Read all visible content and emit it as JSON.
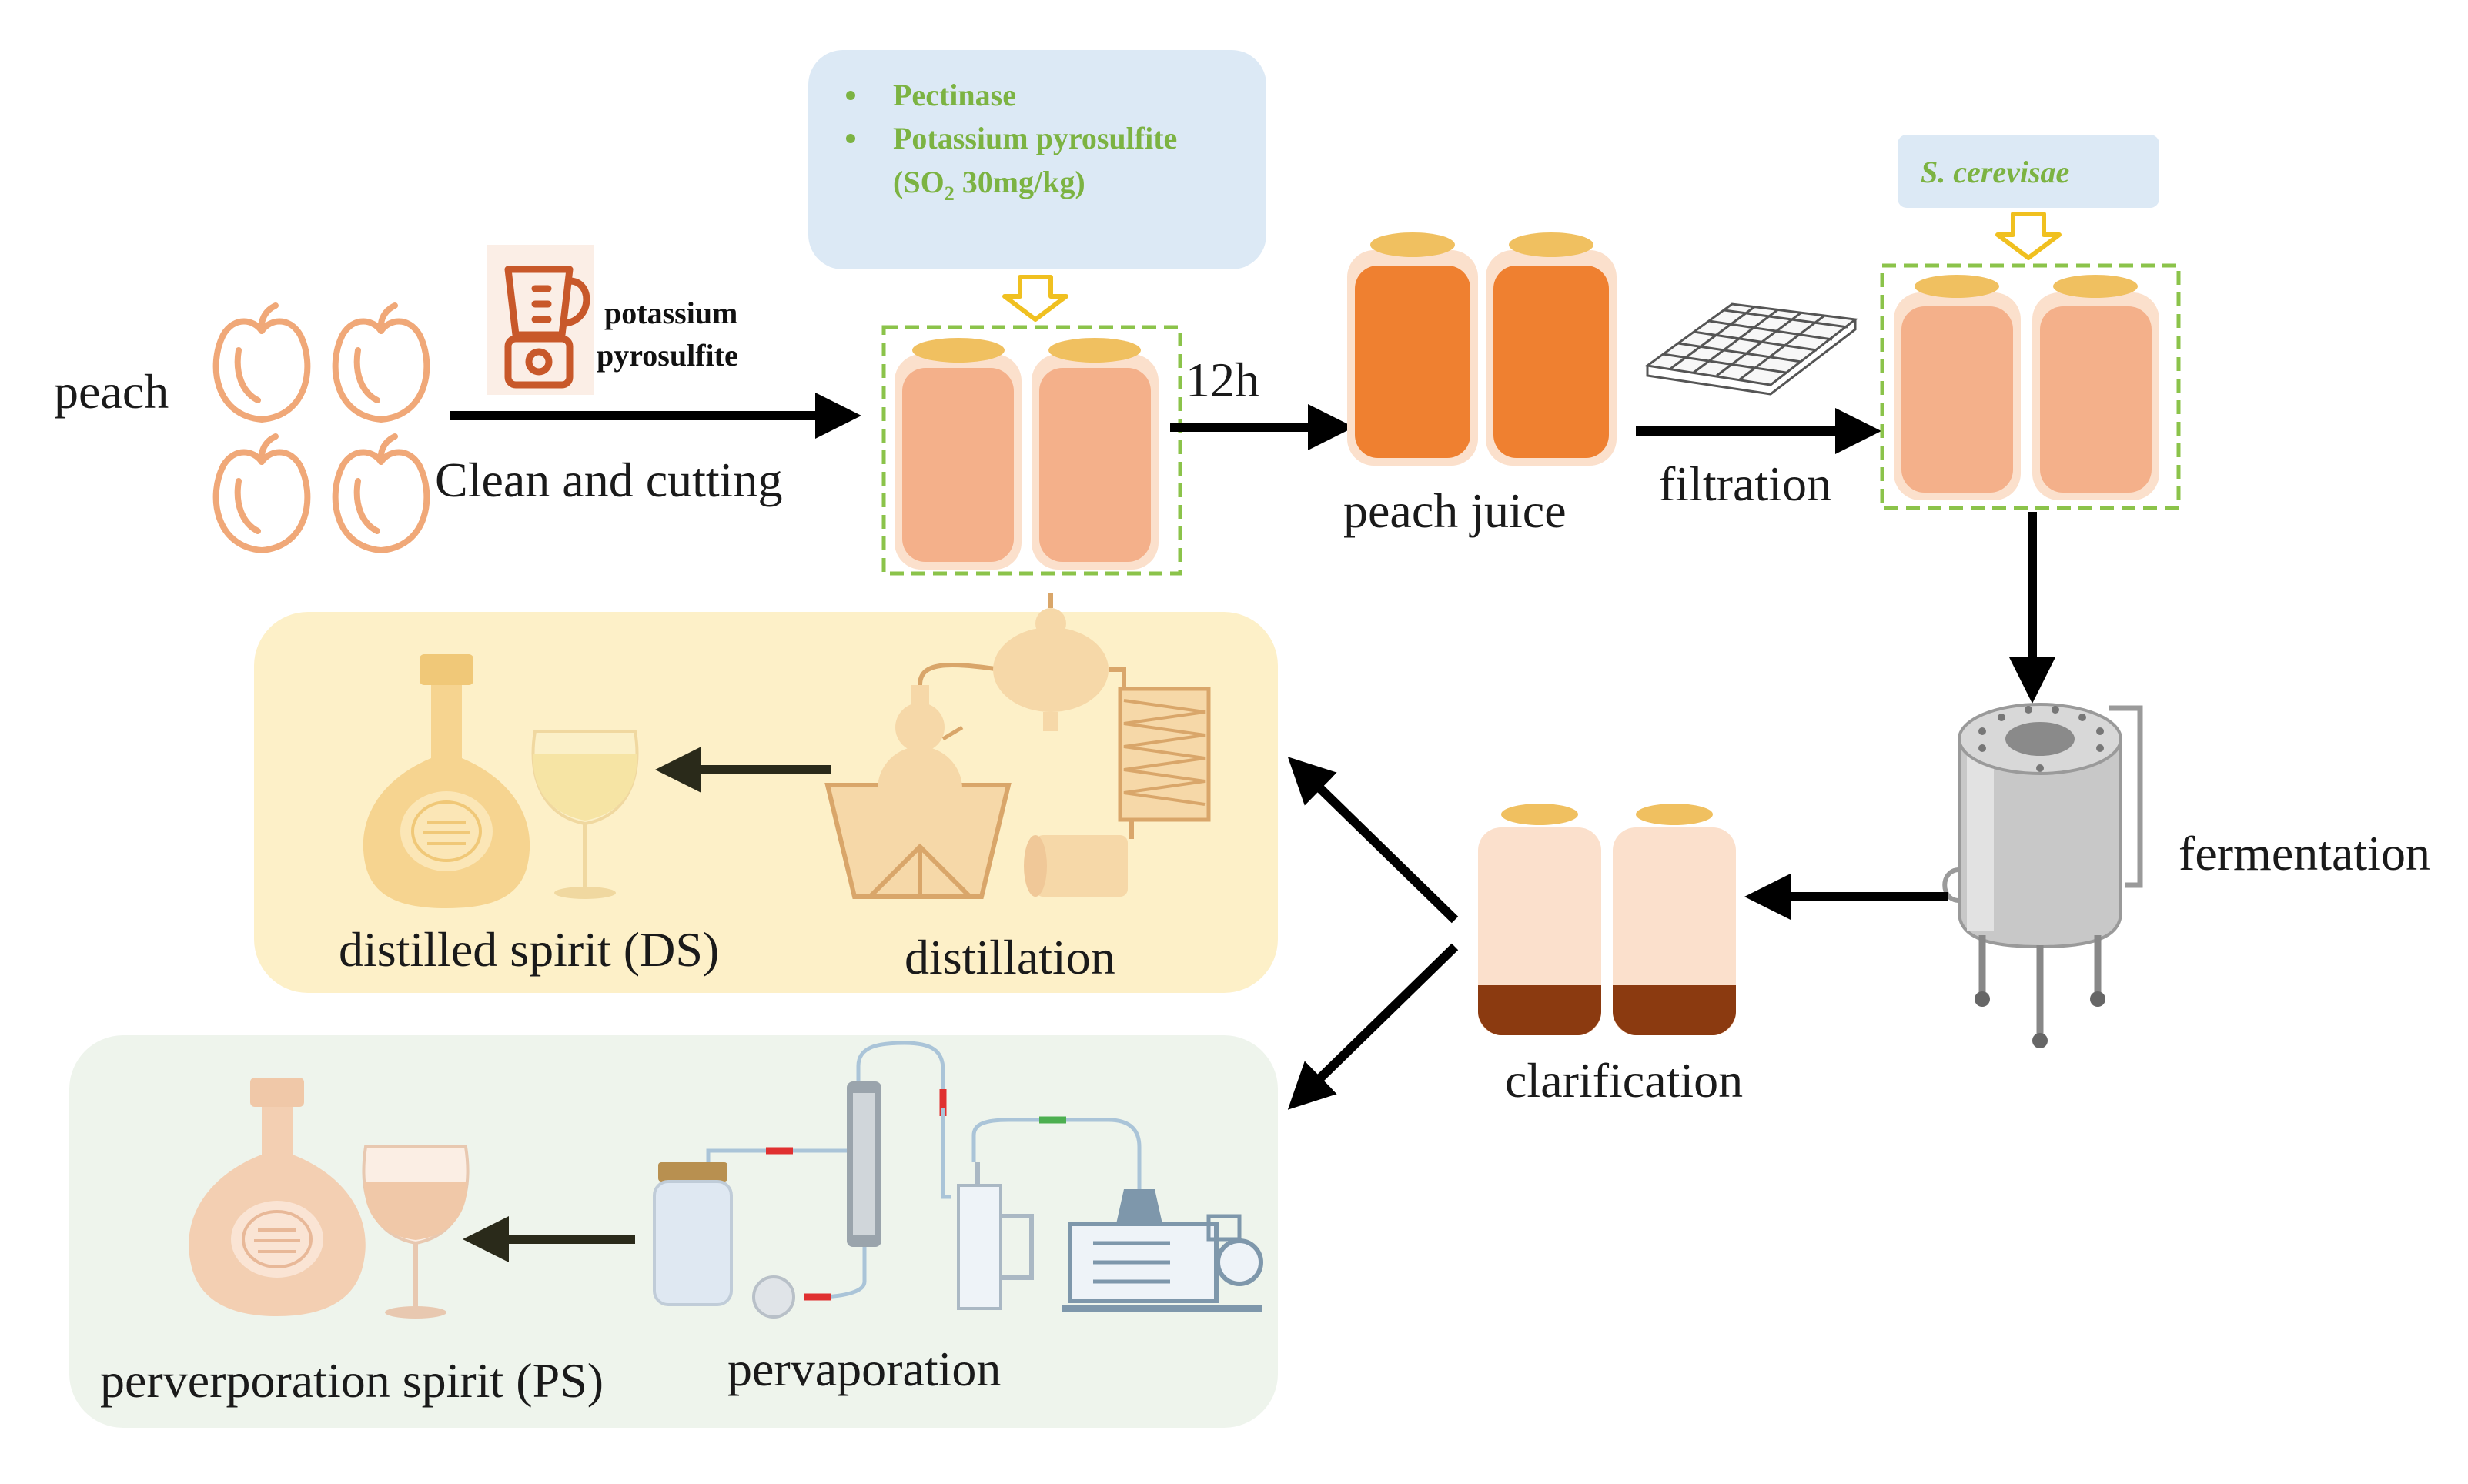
{
  "labels": {
    "peach": "peach",
    "clean_cutting": "Clean and cutting",
    "blender_additive_line1": "potassium",
    "blender_additive_line2": "pyrosulfite",
    "additive_box": {
      "item1": "Pectinase",
      "item2": "Potassium  pyrosulfite",
      "item3_prefix": "(SO",
      "item3_sub": "2",
      "item3_suffix": " 30mg/kg)"
    },
    "time_12h": "12h",
    "peach_juice": "peach juice",
    "filtration": "filtration",
    "yeast": "S. cerevisae",
    "fermentation": "fermentation",
    "clarification": "clarification",
    "distillation": "distillation",
    "distilled_spirit": "distilled spirit (DS)",
    "pervaporation": "pervaporation",
    "pervaporation_spirit": "perverporation spirit (PS)"
  },
  "colors": {
    "peach_outline": "#f0a878",
    "jar_fill_light": "#f4b08a",
    "jar_fill_dark": "#ef8030",
    "jar_lid": "#f0c060",
    "clarify_fill": "#fbe0cc",
    "sediment": "#8b3a10",
    "additive_box_bg": "#dce9f5",
    "additive_text": "#7cb342",
    "green_dash": "#8bc34a",
    "yellow_arrow": "#f0c020",
    "ds_panel_bg": "#fdf0c8",
    "ps_panel_bg": "#eef4ec",
    "arrow": "#000000"
  }
}
